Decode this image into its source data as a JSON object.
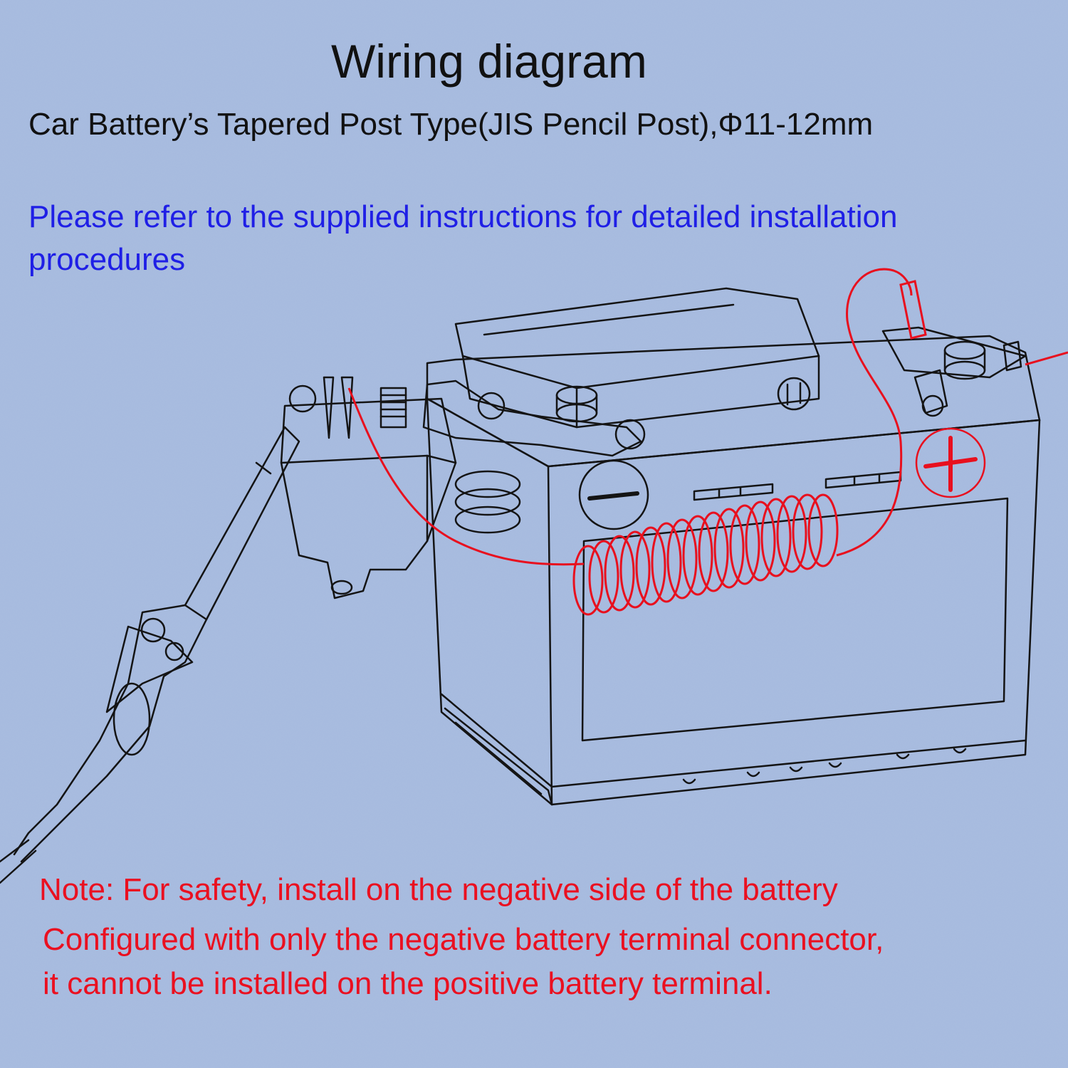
{
  "title": "Wiring diagram",
  "subtitle": "Car Battery’s Tapered Post Type(JIS Pencil Post),Φ11-12mm",
  "instructions": {
    "line1": "Please refer to the supplied instructions for detailed installation",
    "line2": "procedures"
  },
  "notes": {
    "line1": "Note: For safety, install on the negative side of the battery",
    "line2": "Configured with only the negative battery terminal connector,",
    "line3": "it cannot be installed on the positive battery terminal."
  },
  "colors": {
    "background": "#a9bde0",
    "line_art": "#141414",
    "wire_red": "#e8101e",
    "instruction_blue": "#1f1fe6",
    "note_red": "#ea1020"
  },
  "symbols": {
    "negative": "minus-sign",
    "positive": "plus-sign"
  }
}
